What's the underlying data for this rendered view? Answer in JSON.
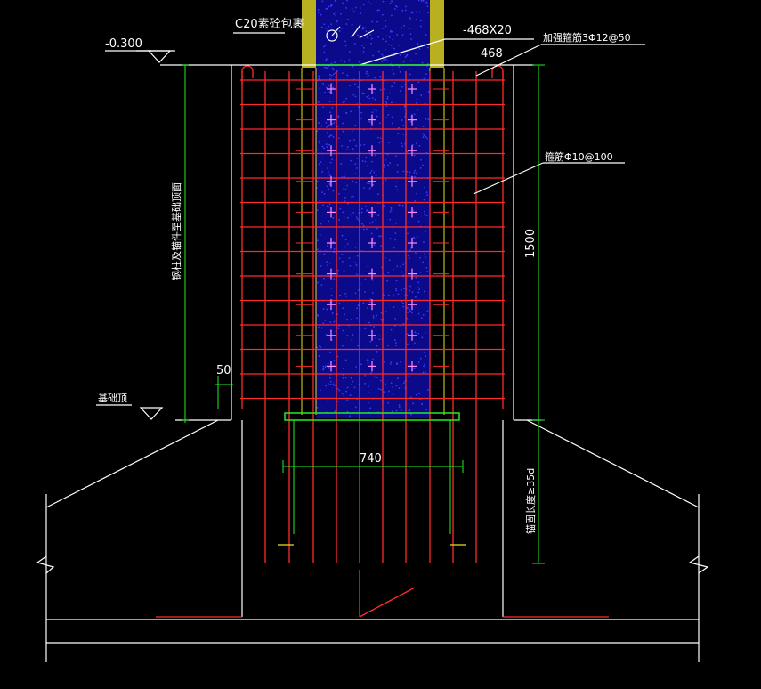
{
  "labels": {
    "concrete_encasement": "C20素砼包裹",
    "plate": "-468X20",
    "plate_width": "468",
    "elevation": "-0.300",
    "stiffener": "加强箍筋3Φ12@50",
    "stirrup": "箍筋Φ10@100",
    "height": "1500",
    "anchor_note": "钢柱及锚件至基础顶面",
    "offset": "50",
    "foundation_top": "基础顶",
    "base_width": "740",
    "anchorage": "锚固长度≥35d"
  },
  "colors": {
    "background": "#000000",
    "outline": "#ffffff",
    "rebar": "#ff2a2a",
    "dimension": "#22ee22",
    "concrete": "#1a1aff",
    "steel_flange": "#e8e020",
    "bolt": "#ff88ff"
  }
}
